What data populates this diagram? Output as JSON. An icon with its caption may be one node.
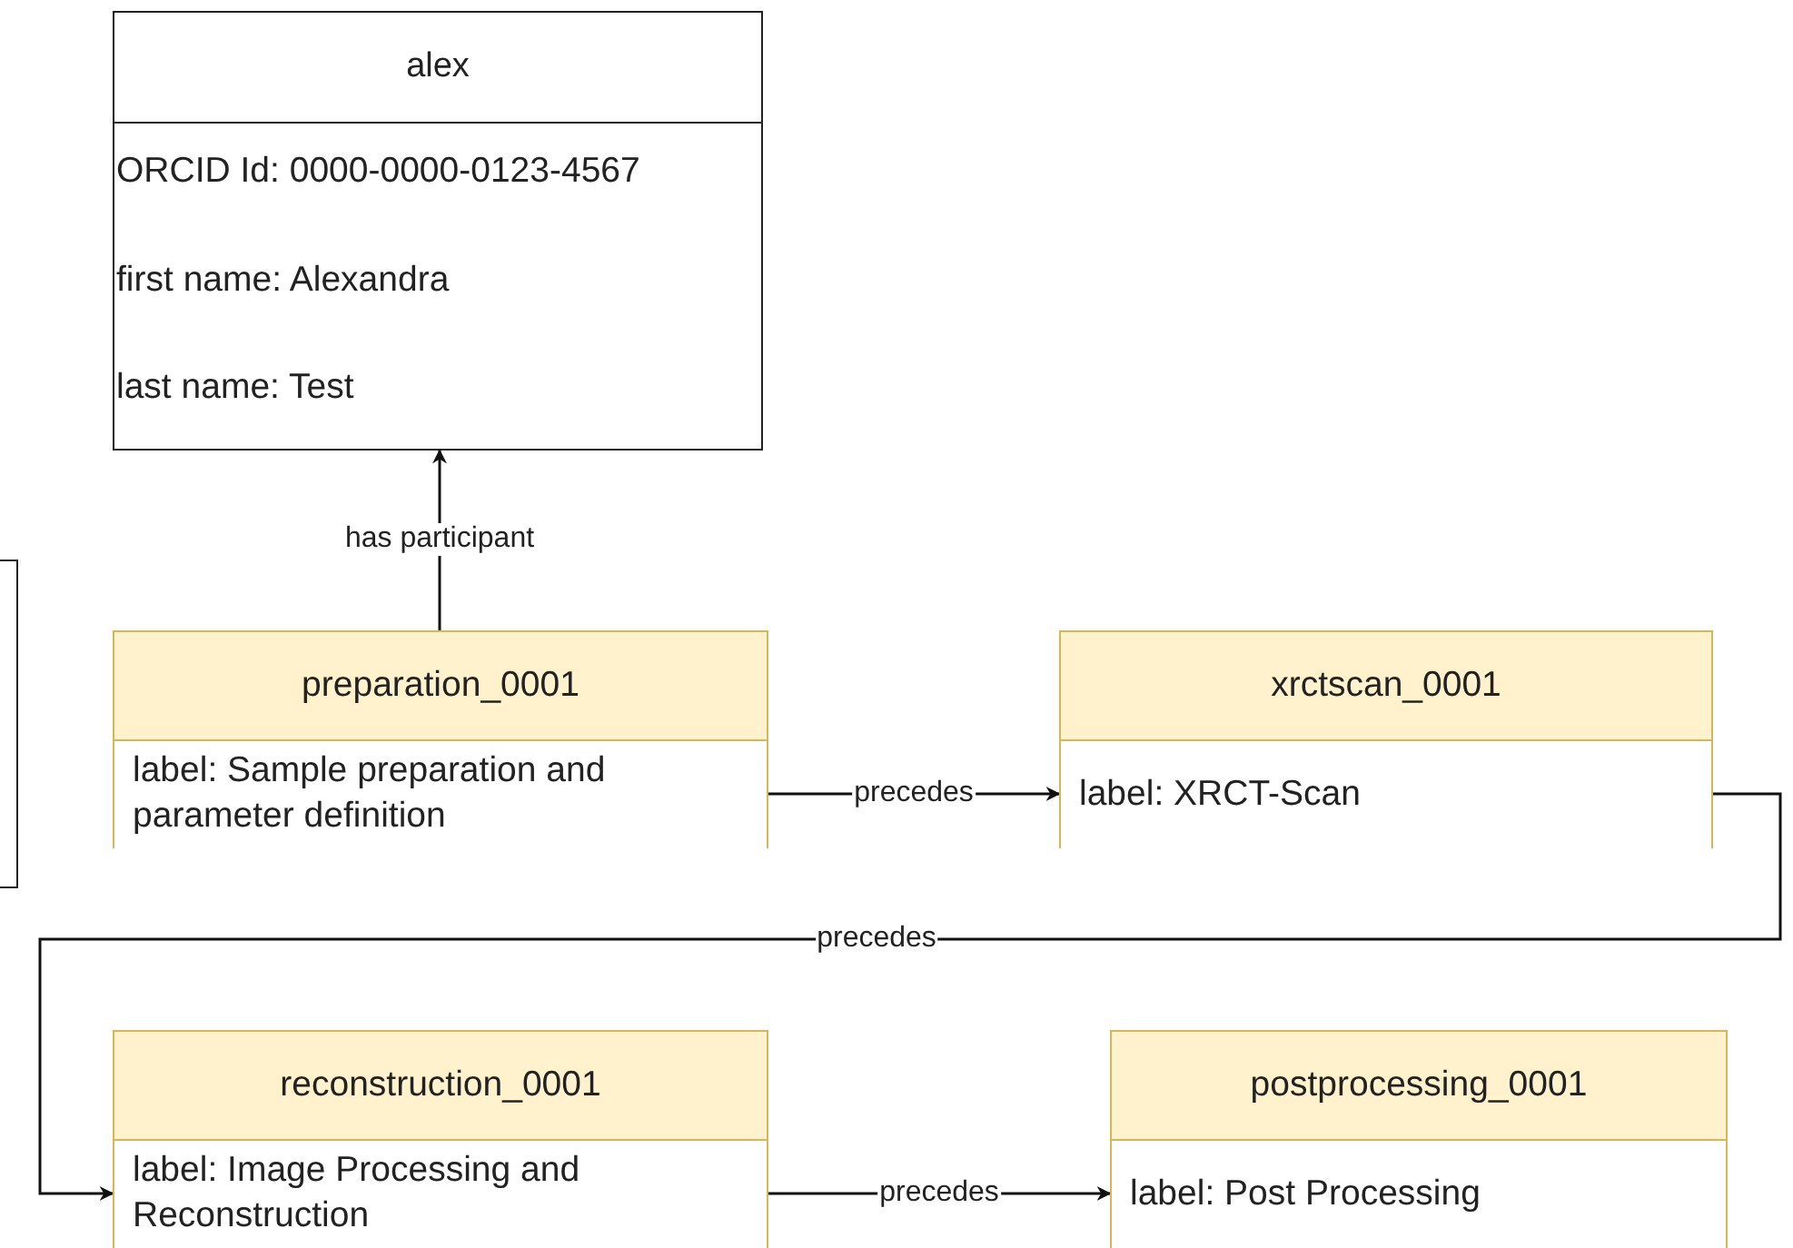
{
  "diagram": {
    "nodes": [
      {
        "text": [
          "alex",
          "ORCID Id: 0000-0000-0123-4567",
          "first name: Alexandra",
          "last name: Test"
        ]
      },
      {
        "text": [],
        "shape": "box"
      },
      {
        "text": [
          "preparation_0001",
          "label: Sample preparation and parameter definition"
        ]
      },
      {
        "text": [
          "xrctscan_0001",
          "label: XRCT-Scan"
        ]
      },
      {
        "text": [
          "reconstruction_0001",
          "label: Image Processing and Reconstruction"
        ]
      },
      {
        "text": [
          "postprocessing_0001",
          "label: Post Processing"
        ]
      }
    ],
    "edges": [
      {
        "from": 2,
        "to": 0,
        "arrow": "to",
        "label": "has participant"
      },
      {
        "from": 2,
        "to": 3,
        "arrow": "to",
        "label": "precedes"
      },
      {
        "from": 3,
        "to": 4,
        "arrow": "to",
        "label": "precedes"
      },
      {
        "from": 4,
        "to": 5,
        "arrow": "to",
        "label": "precedes"
      }
    ]
  }
}
